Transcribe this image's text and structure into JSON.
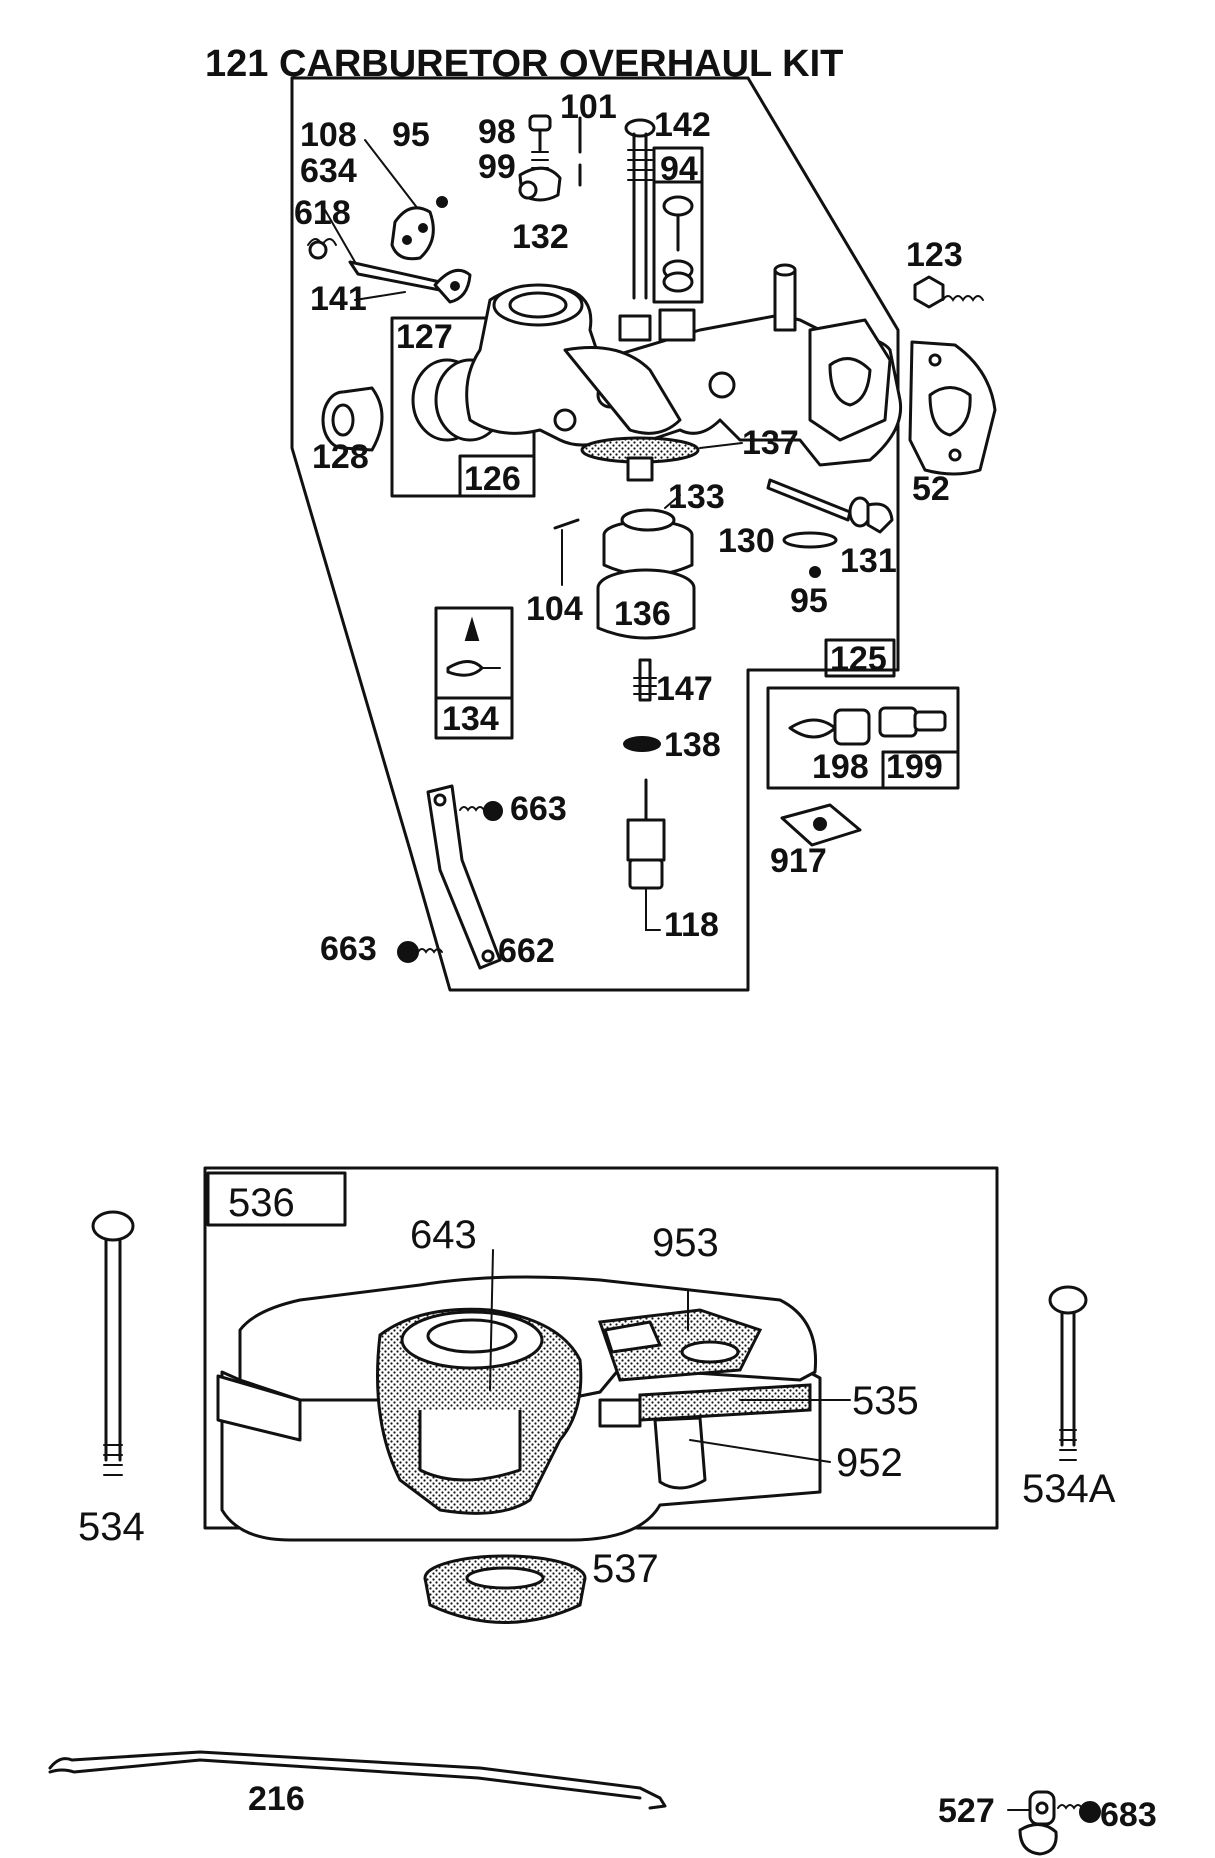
{
  "kit_title": "121 CARBURETOR OVERHAUL KIT",
  "carburetor_labels": {
    "p108": "108",
    "p95_top": "95",
    "p98": "98",
    "p101": "101",
    "p142": "142",
    "p634": "634",
    "p99": "99",
    "p94": "94",
    "p618": "618",
    "p132": "132",
    "p123": "123",
    "p141": "141",
    "p127": "127",
    "p128": "128",
    "p126": "126",
    "p137": "137",
    "p52": "52",
    "p133": "133",
    "p130": "130",
    "p131": "131",
    "p104": "104",
    "p136": "136",
    "p95_bottom": "95",
    "p125": "125",
    "p134": "134",
    "p147": "147",
    "p138": "138",
    "p198": "198",
    "p199": "199",
    "p663_top": "663",
    "p917": "917",
    "p118": "118",
    "p663_bottom": "663",
    "p662": "662"
  },
  "tank_labels": {
    "p536": "536",
    "p643": "643",
    "p953": "953",
    "p535": "535",
    "p952": "952",
    "p534": "534",
    "p534A": "534A",
    "p537": "537"
  },
  "misc_labels": {
    "p216": "216",
    "p527": "527",
    "p683": "683"
  }
}
